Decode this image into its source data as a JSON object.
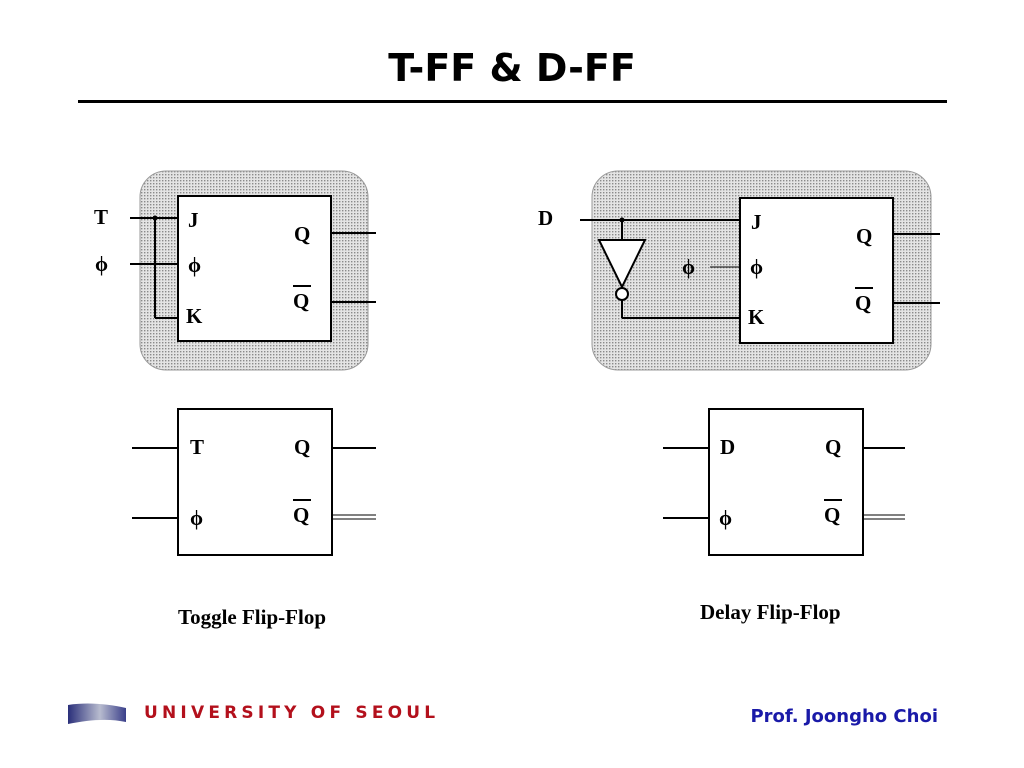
{
  "slide": {
    "title": "T-FF & D-FF"
  },
  "tff_impl": {
    "input_t": "T",
    "input_phi": "ϕ",
    "pin_j": "J",
    "pin_phi": "ϕ",
    "pin_k": "K",
    "out_q": "Q",
    "out_qbar": "Q"
  },
  "dff_impl": {
    "input_d": "D",
    "input_phi": "ϕ",
    "pin_j": "J",
    "pin_phi": "ϕ",
    "pin_k": "K",
    "out_q": "Q",
    "out_qbar": "Q"
  },
  "tff_symbol": {
    "pin_t": "T",
    "pin_phi": "ϕ",
    "out_q": "Q",
    "out_qbar": "Q",
    "caption": "Toggle Flip-Flop"
  },
  "dff_symbol": {
    "pin_d": "D",
    "pin_phi": "ϕ",
    "out_q": "Q",
    "out_qbar": "Q",
    "caption": "Delay Flip-Flop"
  },
  "footer": {
    "university": "UNIVERSITY OF SEOUL",
    "author": "Prof. Joongho Choi"
  },
  "colors": {
    "university": "#b3101c",
    "author": "#1a1aa8",
    "shade": "#d0d0d0"
  }
}
